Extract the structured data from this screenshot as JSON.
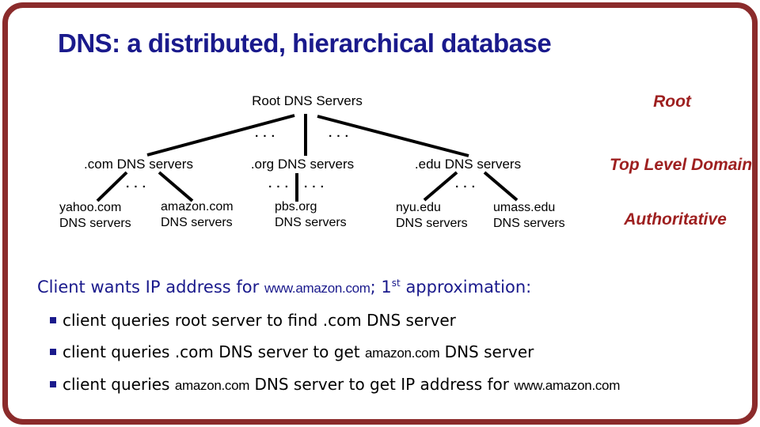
{
  "title": "DNS: a distributed, hierarchical database",
  "tree": {
    "root_label": "Root DNS Servers",
    "dots": ". . .",
    "tier2": [
      ".com DNS servers",
      ".org DNS servers",
      ".edu DNS servers"
    ],
    "leaves": [
      {
        "line1": "yahoo.com",
        "line2": "DNS servers"
      },
      {
        "line1": "amazon.com",
        "line2": "DNS servers"
      },
      {
        "line1": "pbs.org",
        "line2": "DNS servers"
      },
      {
        "line1": "nyu.edu",
        "line2": "DNS servers"
      },
      {
        "line1": "umass.edu",
        "line2": "DNS servers"
      }
    ]
  },
  "side_labels": [
    "Root",
    "Top Level Domain",
    "Authoritative"
  ],
  "lead": {
    "part1": "Client wants IP address for ",
    "code1": "www.amazon.com",
    "part2": "; 1",
    "sup": "st",
    "part3": " approximation:"
  },
  "bullets": [
    {
      "pre": "client queries root server to find .com DNS server"
    },
    {
      "pre": "client queries .com DNS server to get ",
      "code": "amazon.com",
      "post": " DNS server"
    },
    {
      "pre": "client queries ",
      "code": "amazon.com",
      "post": " DNS server to get  IP address for ",
      "code2": "www.amazon.com"
    }
  ],
  "colors": {
    "title_navy": "#1a1a8c",
    "label_red": "#9e2020",
    "border_maroon": "#8b2b2b",
    "text_black": "#000000"
  }
}
